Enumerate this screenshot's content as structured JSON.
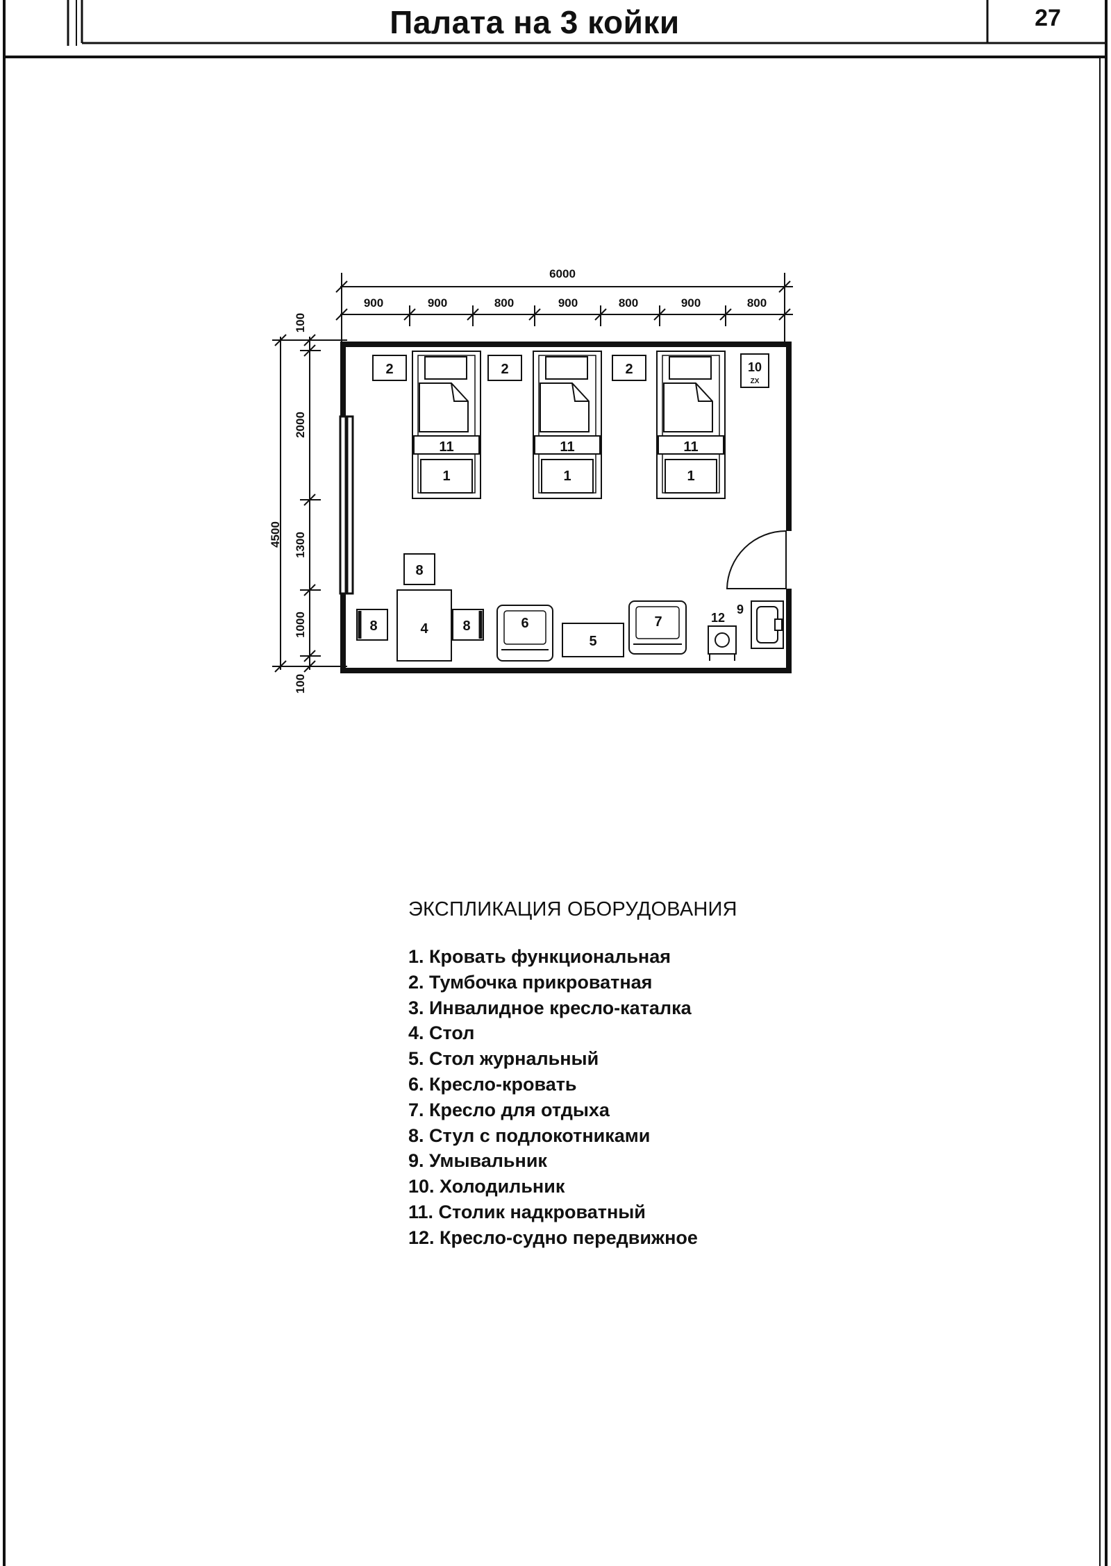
{
  "page": {
    "title": "Палата на 3 койки",
    "page_number": "27"
  },
  "plan": {
    "dims": {
      "overall_width": "6000",
      "top_segments": [
        "900",
        "900",
        "800",
        "900",
        "800",
        "900",
        "800"
      ],
      "overall_height": "4500",
      "left_segments": [
        "100",
        "2000",
        "1300",
        "1000",
        "100"
      ]
    },
    "items": {
      "bed": "1",
      "nightstand": "2",
      "table": "4",
      "coffee_table": "5",
      "chair_bed": "6",
      "armchair": "7",
      "chair": "8",
      "sink": "9",
      "fridge": "10",
      "fridge_mark": "ZX",
      "overbed_table": "11",
      "commode_chair": "12"
    }
  },
  "legend": {
    "title": "ЭКСПЛИКАЦИЯ ОБОРУДОВАНИЯ",
    "items": [
      "1. Кровать функциональная",
      "2. Тумбочка прикроватная",
      "3. Инвалидное кресло-каталка",
      "4. Стол",
      "5. Стол журнальный",
      "6. Кресло-кровать",
      "7. Кресло для отдыха",
      "8. Стул с подлокотниками",
      "9. Умывальник",
      "10. Холодильник",
      "11. Столик надкроватный",
      "12. Кресло-судно передвижное"
    ]
  }
}
